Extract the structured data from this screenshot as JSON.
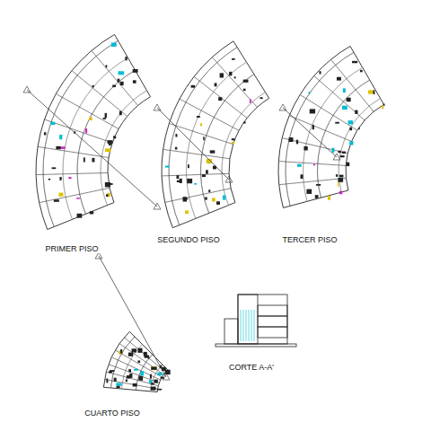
{
  "diagram": {
    "labels": [
      "PRIMER PISO",
      "SEGUNDO PISO",
      "TERCER PISO",
      "CUARTO PISO",
      "CORTE A-A'"
    ]
  }
}
